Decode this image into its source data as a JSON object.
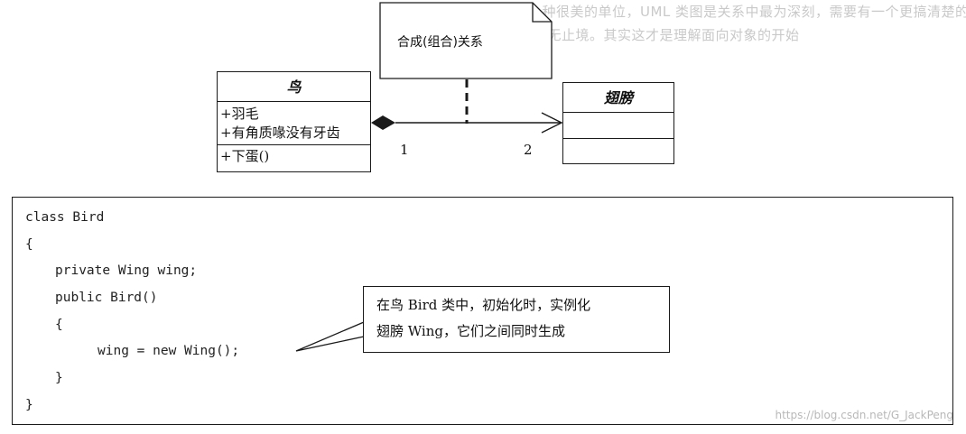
{
  "background_text": {
    "line1": "高，雪雁代表着它们是一种很美的单位，UML 类图是关系中最为深刻，需要有一个更搞清楚的方程",
    "line2": "所谓的无止境。其实这才是理解面向对象的开始"
  },
  "note_top": {
    "text": "合成(组合)关系"
  },
  "bird_class": {
    "name": "鸟",
    "attributes": [
      "+羽毛",
      "+有角质喙没有牙齿"
    ],
    "operations": [
      "+下蛋()"
    ]
  },
  "wing_class": {
    "name": "翅膀"
  },
  "association": {
    "type": "composition",
    "multiplicity_source": "1",
    "multiplicity_target": "2"
  },
  "code": {
    "lines": [
      "class Bird",
      "{",
      "private Wing wing;",
      "public Bird()",
      "{",
      "wing = new Wing();",
      "}",
      "}"
    ]
  },
  "callout": {
    "line1": "在鸟 Bird 类中，初始化时，实例化",
    "line2": "翅膀 Wing，它们之间同时生成"
  },
  "watermark": "https://blog.csdn.net/G_JackPeng",
  "colors": {
    "stroke": "#1a1a1a",
    "background": "#ffffff",
    "faded_text": "#c9c9c9"
  }
}
